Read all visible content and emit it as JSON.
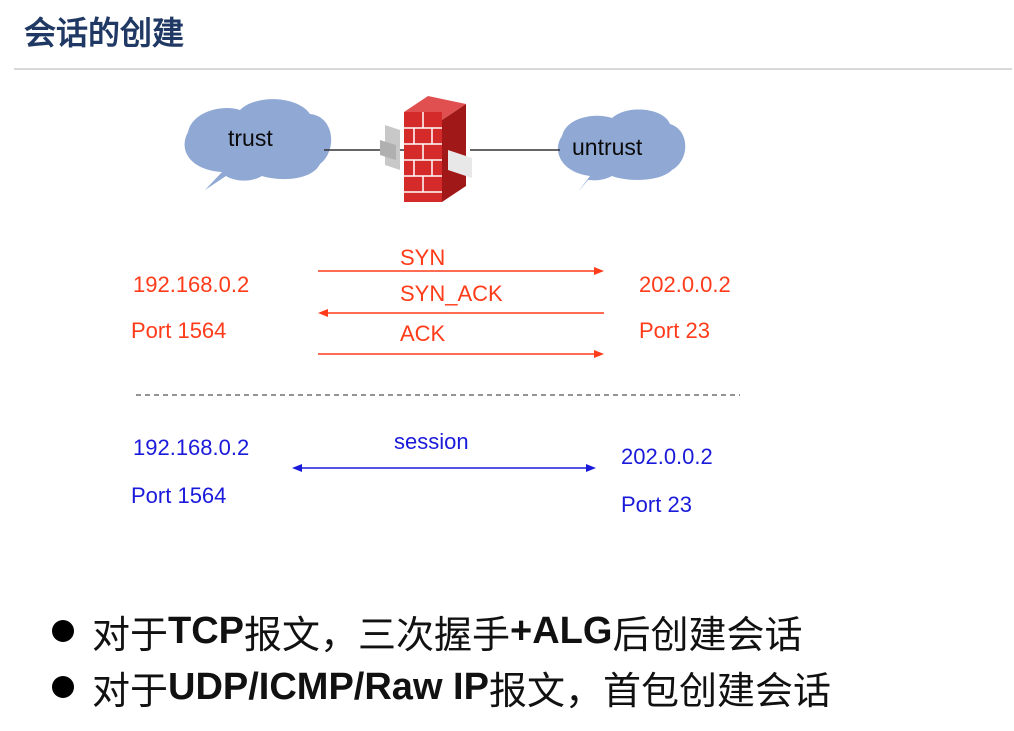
{
  "title": "会话的创建",
  "zones": {
    "left": "trust",
    "right": "untrust"
  },
  "handshake": {
    "client_ip": "192.168.0.2",
    "client_port": "Port 1564",
    "server_ip": "202.0.0.2",
    "server_port": "Port 23",
    "messages": [
      "SYN",
      "SYN_ACK",
      "ACK"
    ]
  },
  "session": {
    "client_ip": "192.168.0.2",
    "client_port": "Port 1564",
    "server_ip": "202.0.0.2",
    "server_port": "Port 23",
    "label": "session"
  },
  "bullets": [
    {
      "pre": "对于",
      "bold": "TCP",
      "post": "报文，三次握手",
      "bold2": "+ALG",
      "post2": "后创建会话"
    },
    {
      "pre": "对于",
      "bold": "UDP/ICMP/Raw IP",
      "post": "报文，首包创建会话",
      "bold2": "",
      "post2": ""
    }
  ],
  "colors": {
    "handshake": "#ff3b1a",
    "session": "#1a1adb",
    "cloud": "#8fa8d4",
    "title": "#1f3864"
  }
}
